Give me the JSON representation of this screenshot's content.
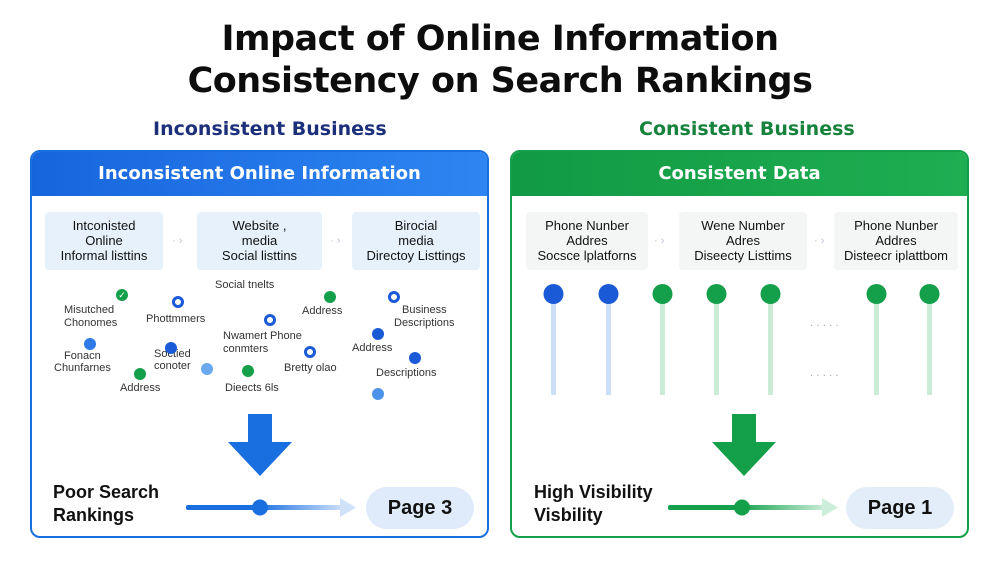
{
  "title": {
    "line1": "Impact of Online Information",
    "line2": "Consistency on Search Rankings"
  },
  "colors": {
    "blue": "#1a6fe0",
    "green": "#14a04a"
  },
  "left": {
    "subhead": "Inconsistent Business",
    "header": "Inconsistent Online Information",
    "cards": [
      {
        "l1": "Intconisted",
        "l2": "Online",
        "l3": "Informal listtins"
      },
      {
        "l1": "Website ,",
        "l2": "media",
        "l3": "Social listtins"
      },
      {
        "l1": "Birocial",
        "l2": "media",
        "l3": "Directoy Listtings"
      }
    ],
    "labels": [
      "Social tnelts",
      "Misutched",
      "Chonomes",
      "Phottmmers",
      "Address",
      "Business",
      "Descriptions",
      "Nwamert Phone",
      "conmters",
      "Fonacn",
      "Chunfarnes",
      "Soctied",
      "conoter",
      "Address",
      "Address",
      "Bretty olao",
      "Descriptions",
      "Dieects 6ls"
    ],
    "result_line1": "Poor Search",
    "result_line2": "Rankings",
    "page": "Page 3"
  },
  "right": {
    "subhead": "Consistent Business",
    "header": "Consistent Data",
    "cards": [
      {
        "l1": "Phone Nunber",
        "l2": "Addres",
        "l3": "Socsce lplatforns"
      },
      {
        "l1": "Wene Number",
        "l2": "Adres",
        "l3": "Diseecty Listtims"
      },
      {
        "l1": "Phone Nunber",
        "l2": "Addres",
        "l3": "Disteecr iplattbom"
      }
    ],
    "result_line1": "High Visibility",
    "result_line2": "Visbility",
    "page": "Page 1"
  }
}
